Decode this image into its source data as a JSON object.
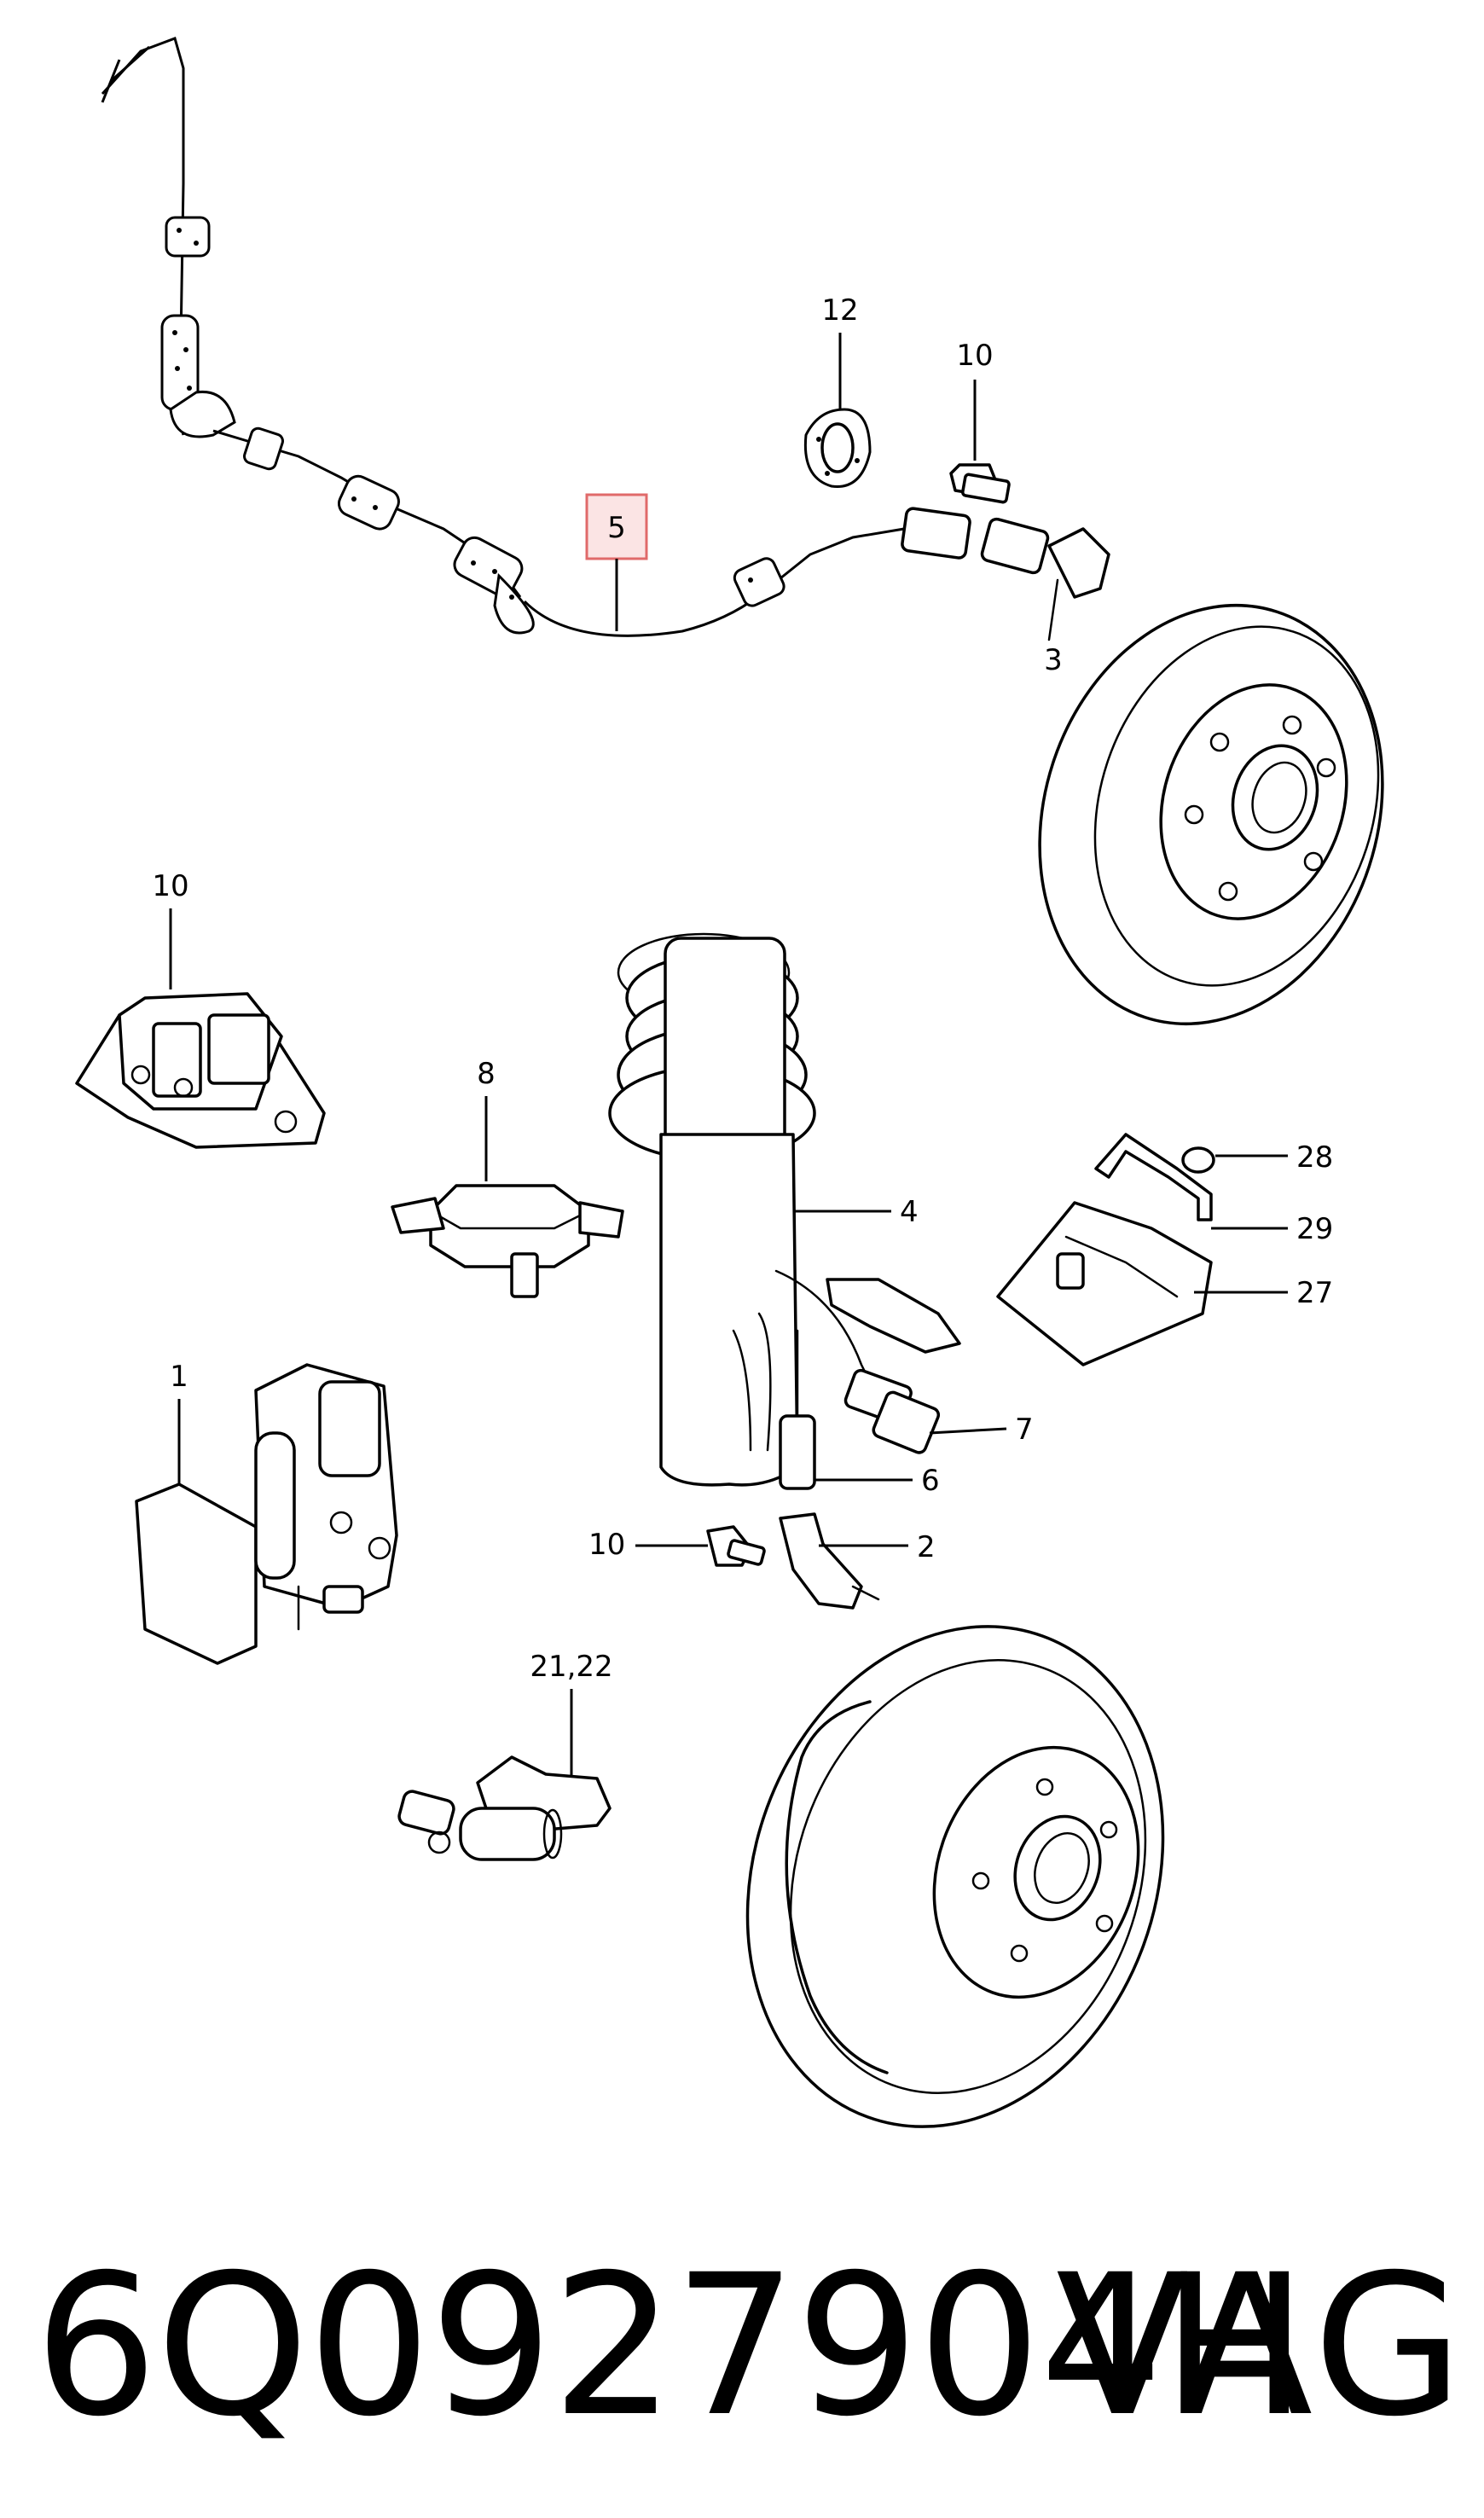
{
  "callouts": {
    "c5": "5",
    "c12": "12",
    "c10_top": "10",
    "c3": "3",
    "c10_left": "10",
    "c8": "8",
    "c4": "4",
    "c28": "28",
    "c29": "29",
    "c27": "27",
    "c1": "1",
    "c7": "7",
    "c6": "6",
    "c10_mid": "10",
    "c2": "2",
    "c21_22": "21,22"
  },
  "highlight": {
    "label": "5",
    "color": "#e06a6a",
    "fill": "#fbe4e4"
  },
  "footer": {
    "part_number": "6Q0927904H",
    "brand": "VAG"
  }
}
